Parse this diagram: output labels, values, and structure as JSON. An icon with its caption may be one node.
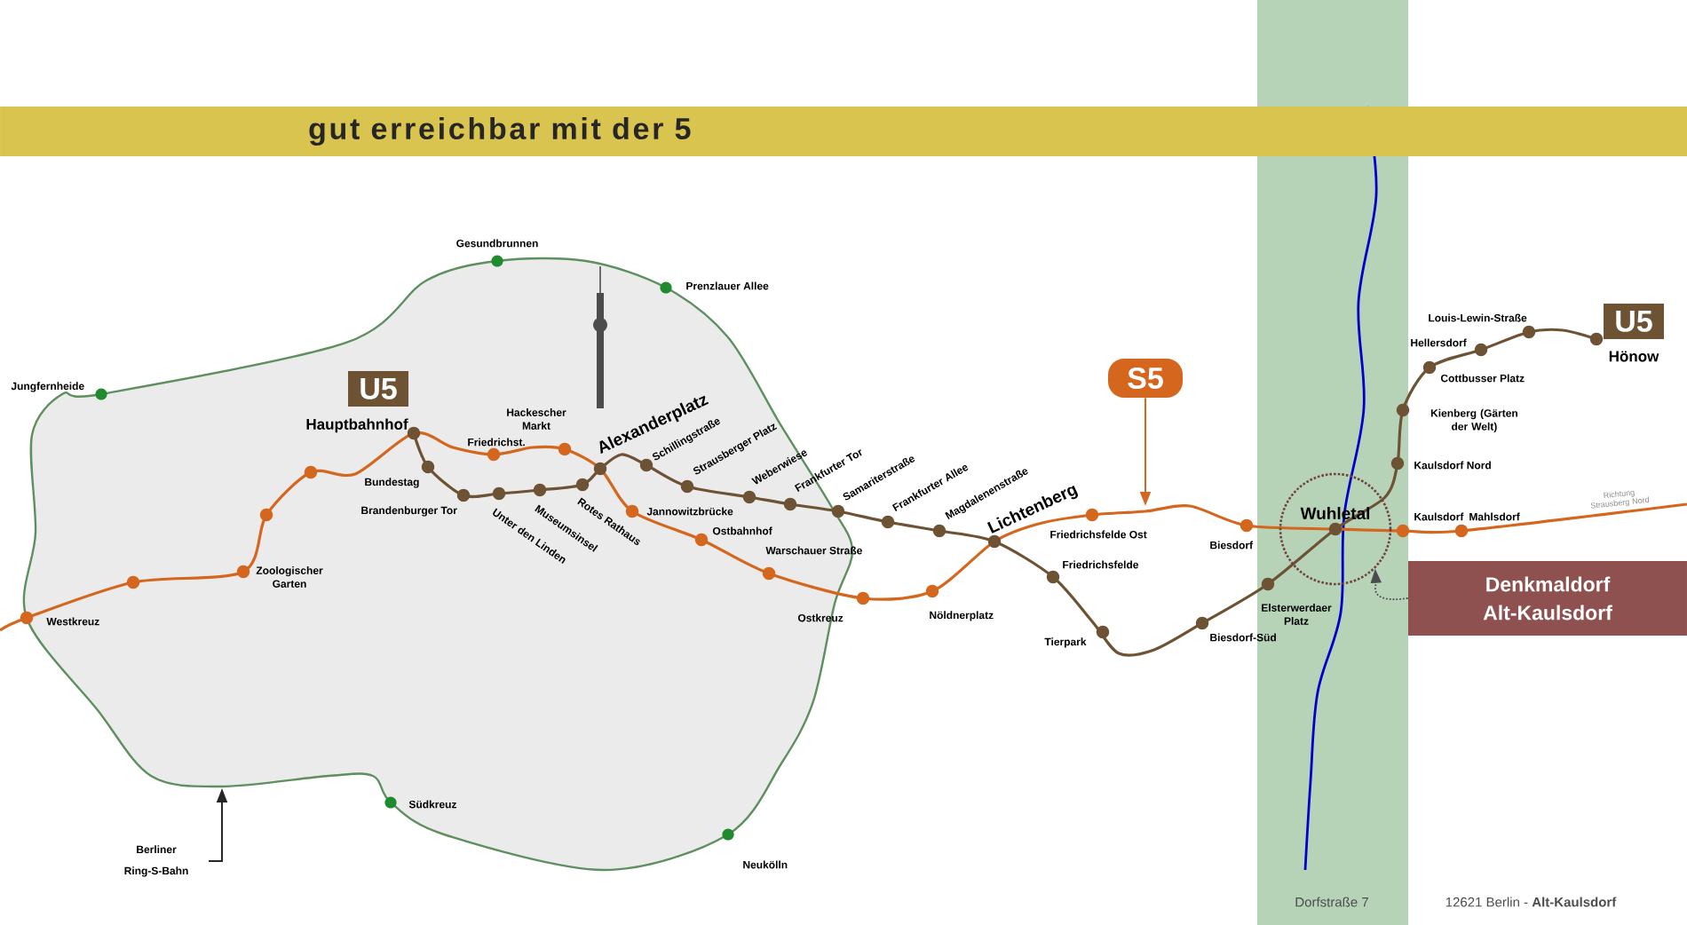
{
  "diagram": {
    "title": "gut erreichbar mit der 5",
    "nodes": [
      {
        "text": [
          "U5"
        ],
        "beside": [
          "Hauptbahnhof"
        ]
      },
      {
        "text": [
          "U5"
        ],
        "beside": [
          "Hönow"
        ]
      },
      {
        "text": [
          "S5"
        ]
      },
      {
        "text": [
          "Berliner Ring-S-Bahn"
        ]
      },
      {
        "text": [
          "Wuhletal"
        ]
      },
      {
        "text": [
          "Denkmaldorf Alt-Kaulsdorf"
        ]
      }
    ],
    "edges": [
      {
        "from": 2,
        "to": null,
        "arrow": "to",
        "color": "#d4661e"
      },
      {
        "from": 3,
        "to": null,
        "arrow": "to",
        "color": "#262626"
      },
      {
        "from": 5,
        "to": 4,
        "arrow": "to",
        "style": "dashed",
        "color": "#4c4c4c"
      }
    ],
    "labels": [
      "Gesundbrunnen",
      "Prenzlauer Allee",
      "Jungfernheide",
      "Hackescher Markt",
      "Alexanderplatz",
      "Schillingstraße",
      "Strausberger Platz",
      "Weberwiese",
      "Frankfurter Tor",
      "Samariterstraße",
      "Frankfurter Allee",
      "Magdalenenstraße",
      "Friedrichst.",
      "Bundestag",
      "Brandenburger Tor",
      "Unter den Linden",
      "Museumsinsel",
      "Rotes Rathaus",
      "Jannowitzbrücke",
      "Ostbahnhof",
      "Lichtenberg",
      "Friedrichsfelde Ost",
      "Biesdorf",
      "Friedrichsfelde",
      "Warschauer Straße",
      "Zoologischer Garten",
      "Westkreuz",
      "Ostkreuz",
      "Nöldnerplatz",
      "Tierpark",
      "Biesdorf-Süd",
      "Louis-Lewin-Straße",
      "Hellersdorf",
      "Cottbusser Platz",
      "Kienberg (Gärten der Welt)",
      "Kaulsdorf Nord",
      "Kaulsdorf",
      "Mahlsdorf",
      "Richtung Strausberg Nord",
      "Elsterwerdaer Platz",
      "Südkreuz",
      "Neukölln",
      "Dorfstraße 7",
      "12621 Berlin - **Alt-Kaulsdorf**"
    ]
  }
}
